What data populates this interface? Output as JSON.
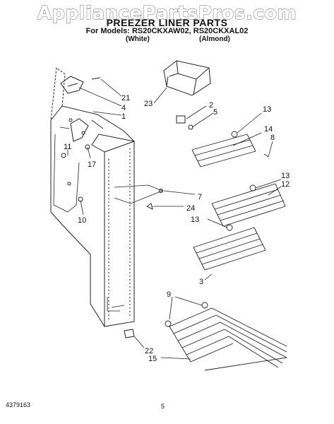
{
  "watermark": "AppliancePartsPros.com",
  "title": "PREEZER LINER PARTS",
  "models": "For Models: RS20CKXAW02,   RS20CKXAL02",
  "variant_white": "(White)",
  "variant_almond": "(Almond)",
  "doc_number": "4379163",
  "page_number": "5",
  "callouts": [
    "21",
    "4",
    "1",
    "23",
    "2",
    "5",
    "13",
    "14",
    "8",
    "11",
    "17",
    "13",
    "12",
    "7",
    "24",
    "13",
    "10",
    "3",
    "9",
    "22",
    "15"
  ]
}
